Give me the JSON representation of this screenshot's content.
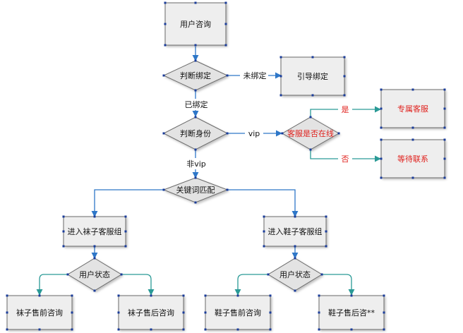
{
  "colors": {
    "box_fill": "#eeeeee",
    "box_stroke": "#6a6a6a",
    "diamond_fill": "#e3e3e3",
    "handle": "#1a3c9a",
    "arrow_blue": "#2e77c8",
    "arrow_teal": "#2a9a96",
    "alert_red": "#e0201c",
    "text_dark": "#111111"
  },
  "nodes": {
    "user_inquiry": "用户咨询",
    "judge_binding": "判断绑定",
    "guide_binding": "引导绑定",
    "judge_identity": "判断身份",
    "cs_online": "客服是否在线",
    "dedicated_cs": "专属客服",
    "wait_contact": "等待联系",
    "keyword_match": "关键词匹配",
    "sock_group": "进入袜子客服组",
    "shoe_group": "进入鞋子客服组",
    "sock_status": "用户状态",
    "shoe_status": "用户状态",
    "sock_presale": "袜子售前咨询",
    "sock_aftersale": "袜子售后咨询",
    "shoe_presale": "鞋子售前咨询",
    "shoe_aftersale": "鞋子售后咨**"
  },
  "edge_labels": {
    "unbound": "未绑定",
    "bound": "已绑定",
    "vip": "vip",
    "non_vip": "非vip",
    "yes": "是",
    "no": "否"
  }
}
